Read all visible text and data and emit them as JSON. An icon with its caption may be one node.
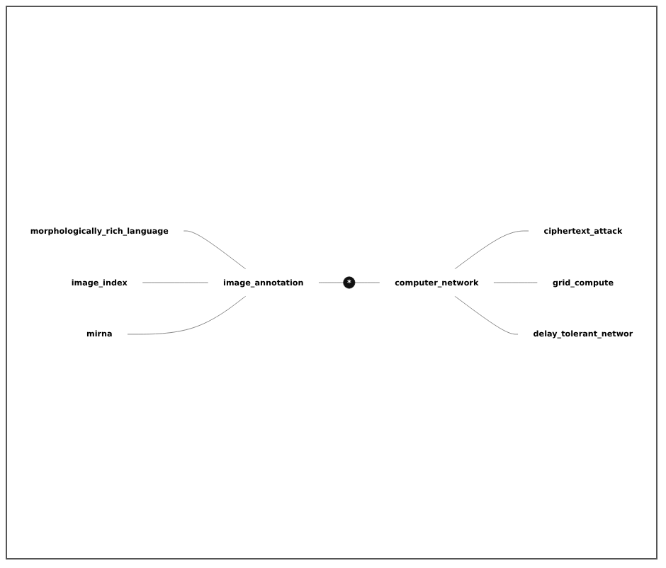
{
  "diagram": {
    "nodes": [
      {
        "text": [
          "morphologically_rich_language"
        ]
      },
      {
        "text": [
          "ciphertext_attack"
        ]
      },
      {
        "text": [
          "grid_compute"
        ]
      },
      {
        "text": [
          "computer_network"
        ]
      },
      {
        "text": [
          "image_index"
        ]
      },
      {
        "text": [
          "*"
        ]
      },
      {
        "text": [
          "image_annotation"
        ]
      },
      {
        "text": [
          "delay_tolerant_networ"
        ]
      },
      {
        "text": [
          "mirna"
        ]
      }
    ],
    "edges": [
      {
        "from": 0,
        "to": 6,
        "arrow": "none"
      },
      {
        "from": 4,
        "to": 6,
        "arrow": "none"
      },
      {
        "from": 8,
        "to": 6,
        "arrow": "none"
      },
      {
        "from": 6,
        "to": 5,
        "arrow": "none"
      },
      {
        "from": 5,
        "to": 3,
        "arrow": "none"
      },
      {
        "from": 3,
        "to": 1,
        "arrow": "none"
      },
      {
        "from": 3,
        "to": 2,
        "arrow": "none"
      },
      {
        "from": 3,
        "to": 7,
        "arrow": "none"
      }
    ]
  }
}
